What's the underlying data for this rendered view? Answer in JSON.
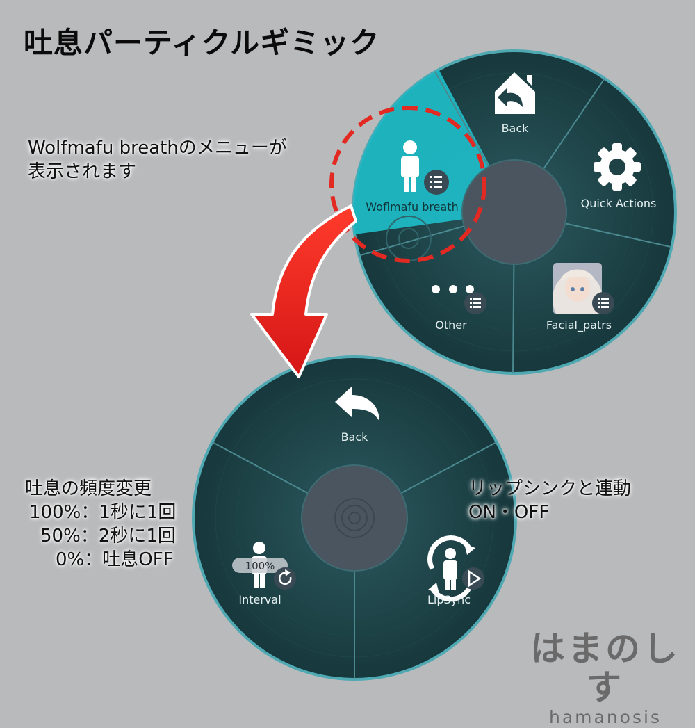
{
  "title": "吐息パーティクルギミック",
  "note_menu": [
    "Wolfmafu breathのメニューが",
    "表示されます"
  ],
  "note_interval": [
    "吐息の頻度変更",
    "100%：1秒に1回",
    "50%：2秒に1回",
    "0%：吐息OFF"
  ],
  "note_lipsync": [
    "リップシンクと連動",
    "ON・OFF"
  ],
  "brand": {
    "jp": "はまのしす",
    "en": "hamanosis"
  },
  "top_menu": {
    "items": [
      {
        "label": "Back",
        "icon": "home-back-icon"
      },
      {
        "label": "Quick Actions",
        "icon": "gear-icon"
      },
      {
        "label": "Facial_patrs",
        "icon": "avatar-thumbnail",
        "submenu_icon": "list-icon"
      },
      {
        "label": "Other",
        "icon": "dots-icon",
        "submenu_icon": "list-icon"
      },
      {
        "label": "Woflmafu breath",
        "icon": "person-icon",
        "submenu_icon": "list-icon",
        "selected": true
      }
    ]
  },
  "bottom_menu": {
    "items": [
      {
        "label": "Back",
        "icon": "back-arrow-icon"
      },
      {
        "label": "LipSync",
        "icon": "lipsync-icon",
        "toggle_icon": "play-icon"
      },
      {
        "label": "Interval",
        "icon": "person-icon",
        "value": "100%",
        "radial_icon": "refresh-icon"
      }
    ]
  },
  "colors": {
    "background": "#b9babc",
    "menu_bg": "#1f4247",
    "menu_rim": "#4fa9b3",
    "selected": "#1fb8c4",
    "center": "#4a5560",
    "highlight": "#e22a22",
    "brand": "#6a6a6a"
  }
}
